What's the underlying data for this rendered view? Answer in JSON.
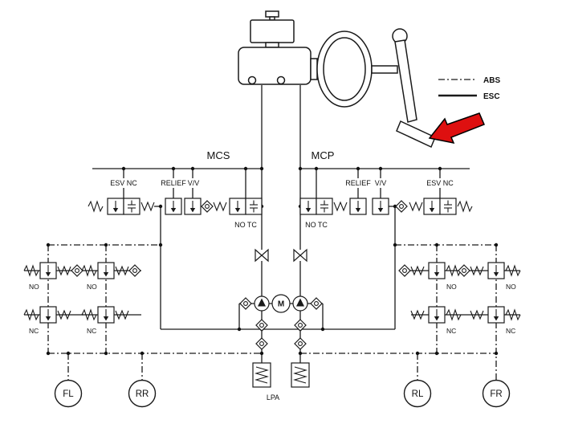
{
  "legend": {
    "abs": "ABS",
    "esc": "ESC"
  },
  "circuits": {
    "mcs": "MCS",
    "mcp": "MCP"
  },
  "left_bank": {
    "esv": "ESV NC",
    "relief": "RELIEF",
    "vv": "V/V",
    "tc": "NO TC"
  },
  "right_bank": {
    "relief": "RELIEF",
    "vv": "V/V",
    "esv": "ESV NC",
    "tc": "NO TC"
  },
  "pump": {
    "motor": "M",
    "lpa": "LPA"
  },
  "wheel_valves": {
    "fl": {
      "no": "NO",
      "nc": "NC"
    },
    "rr": {
      "no": "NO",
      "nc": "NC"
    },
    "rl": {
      "no": "NO",
      "nc": "NC"
    },
    "fr": {
      "no": "NO",
      "nc": "NC"
    }
  },
  "wheels": {
    "fl": "FL",
    "rr": "RR",
    "rl": "RL",
    "fr": "FR"
  },
  "colors": {
    "line": "#1a1a1a",
    "arrow_red": "#de1010"
  }
}
